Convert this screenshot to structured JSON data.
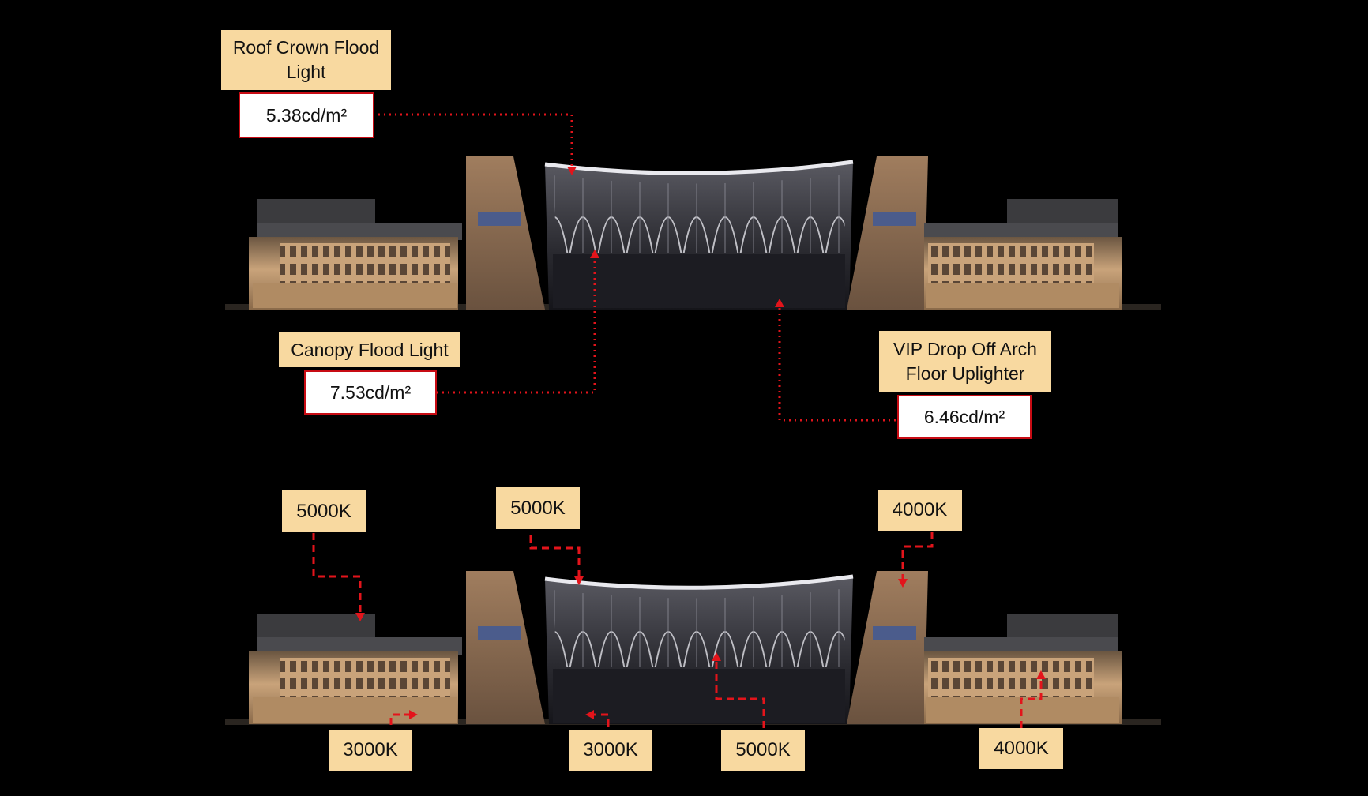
{
  "callouts": {
    "roof_crown": {
      "label": "Roof Crown Flood Light",
      "value": "5.38cd/m²"
    },
    "canopy": {
      "label": "Canopy Flood Light",
      "value": "7.53cd/m²"
    },
    "vip_arch": {
      "label": "VIP Drop Off Arch Floor Uplighter",
      "value": "6.46cd/m²"
    }
  },
  "color_temps": {
    "top_left": "5000K",
    "top_center": "5000K",
    "top_right": "4000K",
    "bottom_left": "3000K",
    "bottom_center_left": "3000K",
    "bottom_center_right": "5000K",
    "bottom_right": "4000K"
  },
  "colors": {
    "label_fill": "#f8d9a0",
    "leader_line": "#e3141b",
    "background": "#000000",
    "facade_warm": "#c9a37a"
  }
}
